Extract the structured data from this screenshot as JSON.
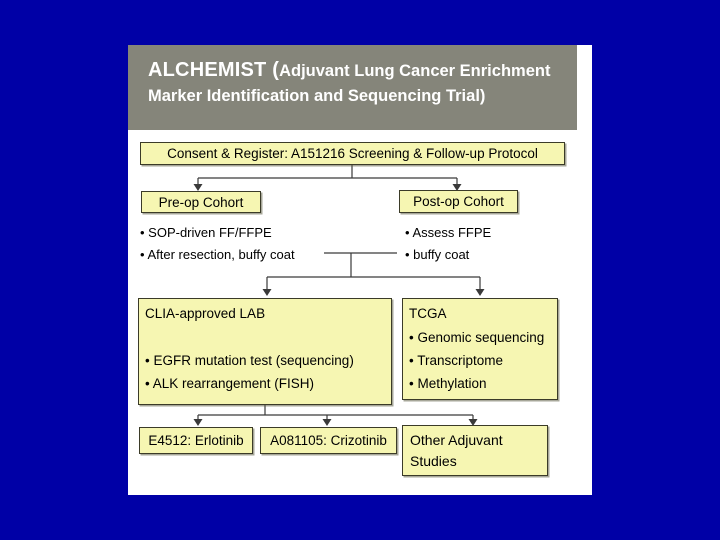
{
  "colors": {
    "background_blue": "#0000a6",
    "header_gray": "#85857a",
    "header_text": "#ffffff",
    "box_fill": "#f6f6b2",
    "box_border": "#3b3b28",
    "text": "#000000",
    "connector": "#3a3a3a"
  },
  "header": {
    "brand": "ALCHEMIST (",
    "subtitle_line1": "Adjuvant Lung Cancer Enrichment",
    "subtitle_line2": "Marker Identification and Sequencing Trial)"
  },
  "diagram": {
    "consent": {
      "label": "Consent & Register: A151216 Screening & Follow-up Protocol"
    },
    "preop": {
      "label": "Pre-op Cohort",
      "bullets": [
        "• SOP-driven FF/FFPE",
        "• After resection, buffy coat"
      ]
    },
    "postop": {
      "label": "Post-op Cohort",
      "bullets": [
        "• Assess FFPE",
        "• buffy coat"
      ]
    },
    "clia": {
      "title": "CLIA-approved LAB",
      "bullets": [
        "• EGFR mutation test (sequencing)",
        "• ALK rearrangement (FISH)"
      ]
    },
    "tcga": {
      "title": "TCGA",
      "bullets": [
        "• Genomic sequencing",
        "• Transcriptome",
        "• Methylation"
      ]
    },
    "trials": {
      "e4512": "E4512: Erlotinib",
      "a081105": "A081105: Crizotinib",
      "other": "Other Adjuvant Studies"
    }
  }
}
